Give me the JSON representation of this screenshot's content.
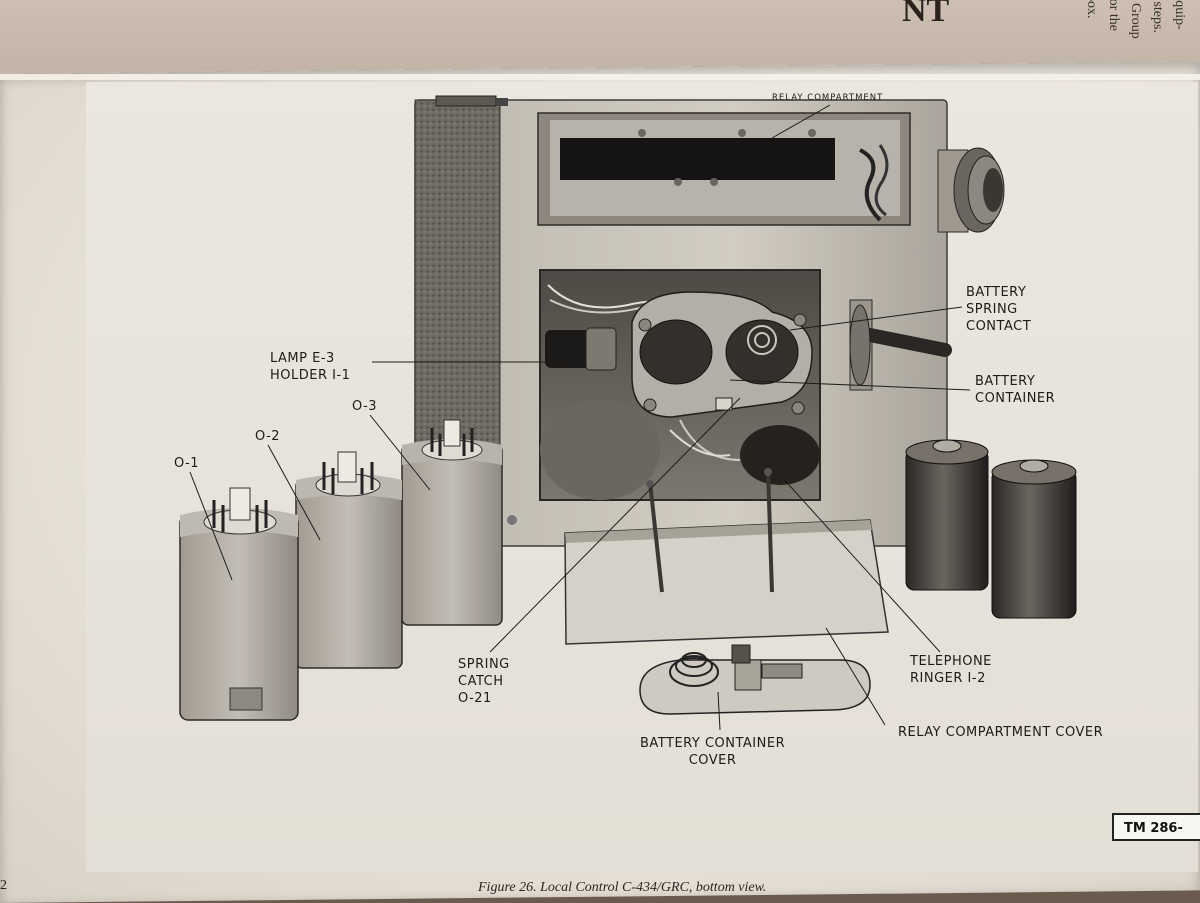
{
  "back_page": {
    "title_fragment": "NT",
    "columns": [
      "equip-\nt steps.\ns Group\nfor the\nbox."
    ]
  },
  "figure": {
    "labels": {
      "relay_compartment": "RELAY COMPARTMENT",
      "battery_spring_contact": "BATTERY\nSPRING\nCONTACT",
      "lamp_holder": "LAMP E-3\nHOLDER I-1",
      "battery_container": "BATTERY\nCONTAINER",
      "o3": "O-3",
      "o2": "O-2",
      "o1": "O-1",
      "spring_catch": "SPRING\nCATCH\nO-21",
      "telephone_ringer": "TELEPHONE\nRINGER I-2",
      "relay_compartment_cover": "RELAY COMPARTMENT COVER",
      "battery_container_cover": "BATTERY CONTAINER\nCOVER"
    },
    "tm_number": "TM 286-",
    "caption": "Figure 26. Local Control C-434/GRC, bottom view.",
    "page_number": "2"
  },
  "colors": {
    "metal": "#a9a49c",
    "dark_metal": "#55514c",
    "panel": "#c9c4bb",
    "paper": "#ebe7df",
    "ink": "#1e1b18"
  }
}
